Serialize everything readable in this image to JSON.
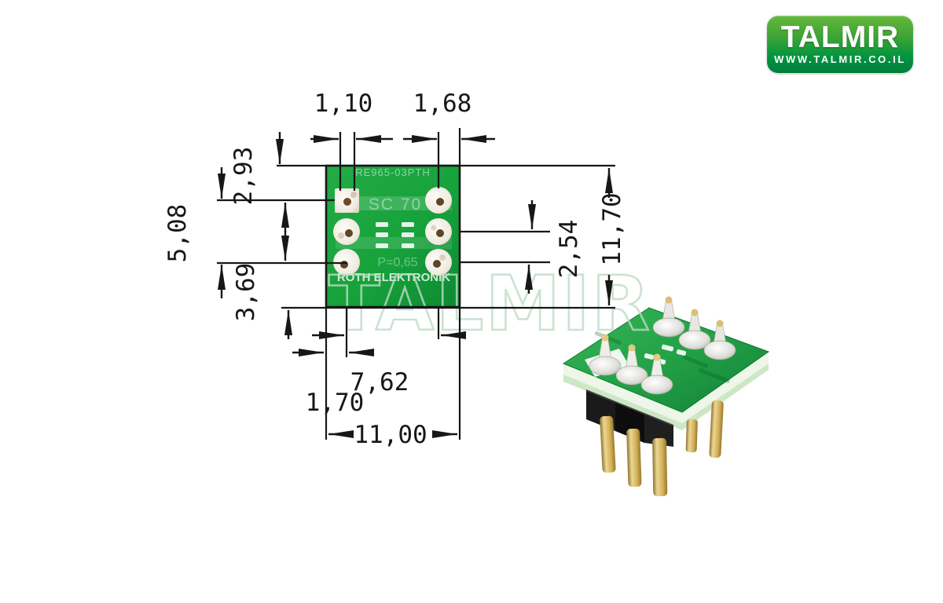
{
  "logo": {
    "brand": "TALMIR",
    "website": "WWW.TALMIR.CO.IL"
  },
  "watermark": {
    "text": "TALMIR"
  },
  "diagram": {
    "dimensions": {
      "pad_width": "1,10",
      "pad_to_edge": "1,68",
      "top_to_row1": "2,93",
      "row1_to_row3": "5,08",
      "row3_to_bottom": "3,69",
      "row_pitch": "2,54",
      "board_height": "11,70",
      "edge_to_col": "1,70",
      "col_pitch": "7,62",
      "board_width": "11,00"
    },
    "silkscreen": {
      "part_number": "RE965-03PTH",
      "package": "SC 70",
      "pitch": "P=0,65",
      "manufacturer": "ROTH ELEKTRONIK"
    }
  },
  "colors": {
    "logo_green_top": "#66b73c",
    "logo_green_bottom": "#007e3b",
    "pcb_green": "#17a23c",
    "photo_pcb_green": "#2aa148",
    "pin_gold": "#d2af58",
    "solder_silver": "#dcdcd6",
    "watermark_green": "#bcdcc4"
  }
}
